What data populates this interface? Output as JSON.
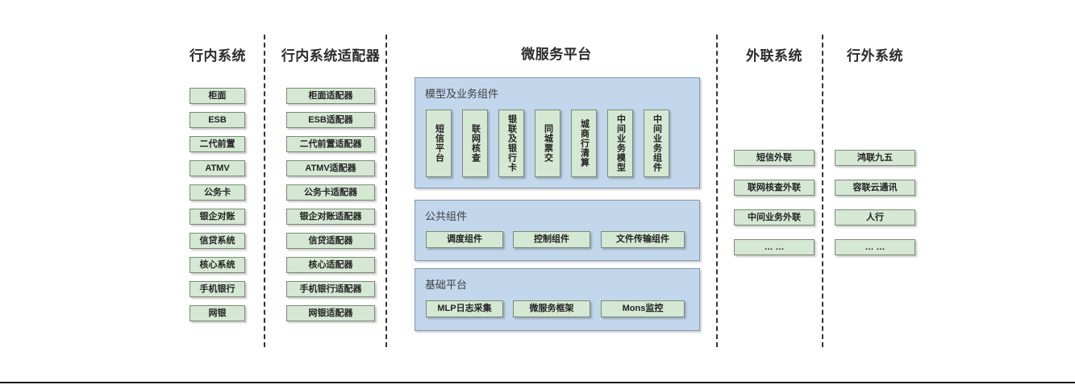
{
  "diagram": {
    "title_internal_systems": "行内系统",
    "title_internal_adapters": "行内系统适配器",
    "title_microservice_platform": "微服务平台",
    "title_external_link_systems": "外联系统",
    "title_outside_bank_systems": "行外系统",
    "colors": {
      "green_fill": "#d5e8d4",
      "green_border": "#7a8a73",
      "blue_fill": "#c2d6ec",
      "blue_border": "#8296ad",
      "text": "#222222",
      "separator": "#333333"
    }
  },
  "internal_systems": [
    "柜面",
    "ESB",
    "二代前置",
    "ATMV",
    "公务卡",
    "银企对账",
    "信贷系统",
    "核心系统",
    "手机银行",
    "网银"
  ],
  "internal_adapters": [
    "柜面适配器",
    "ESB适配器",
    "二代前置适配器",
    "ATMV适配器",
    "公务卡适配器",
    "银企对账适配器",
    "信贷适配器",
    "核心适配器",
    "手机银行适配器",
    "网银适配器"
  ],
  "microservice_platform": {
    "model_business_components": {
      "title": "模型及业务组件",
      "items": [
        "短信平台",
        "联网核查",
        "银联及银行卡",
        "同城票交",
        "城商行清算",
        "中间业务模型",
        "中间业务组件"
      ]
    },
    "public_components": {
      "title": "公共组件",
      "items": [
        "调度组件",
        "控制组件",
        "文件传输组件"
      ]
    },
    "base_platform": {
      "title": "基础平台",
      "items": [
        "MLP日志采集",
        "微服务框架",
        "Mons监控"
      ]
    }
  },
  "external_link_systems": [
    "短信外联",
    "联网核查外联",
    "中间业务外联",
    "… …"
  ],
  "outside_bank_systems": [
    "鸿联九五",
    "容联云通讯",
    "人行",
    "… …"
  ]
}
